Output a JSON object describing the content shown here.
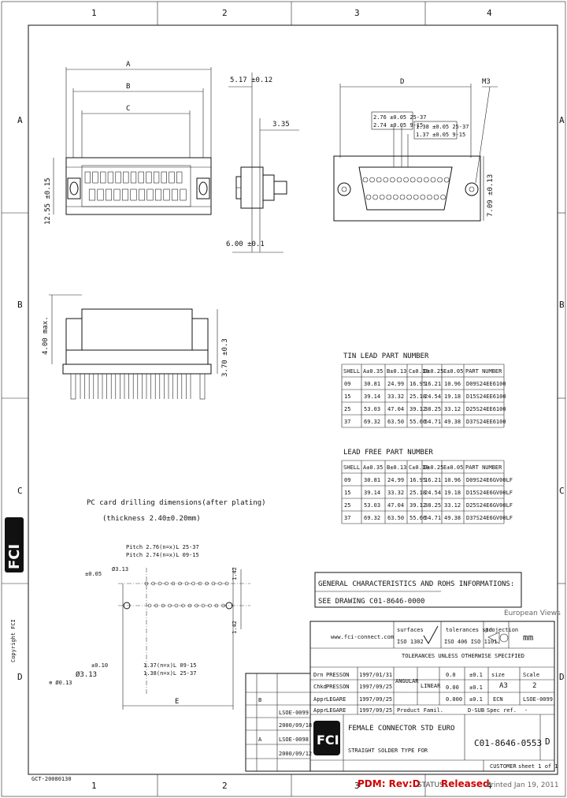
{
  "zones": {
    "top": [
      "1",
      "2",
      "3",
      "4"
    ],
    "bottom": [
      "1",
      "2",
      "3",
      "4"
    ],
    "left": [
      "A",
      "B",
      "C",
      "D"
    ],
    "right": [
      "A",
      "B",
      "C",
      "D"
    ]
  },
  "views": {
    "top_dims": [
      "A",
      "B",
      "C"
    ],
    "height_dim": "12.55 ±0.15",
    "side_dims": [
      "5.17 ±0.12",
      "3.35",
      "6.00 ±0.1"
    ],
    "front_dims": [
      "D",
      "M3"
    ],
    "pitch_notes": [
      "2.76 ±0.05 25-37",
      "2.74 ±0.05 9-15",
      "1.38 ±0.05 25-37",
      "1.37 ±0.05 9-15"
    ],
    "front_height": "7.09 ±0.13",
    "elev_dims": [
      "4.00 max.",
      "3.70 ±0.3"
    ]
  },
  "tin_table": {
    "title": "TIN LEAD PART NUMBER",
    "headers": [
      "SHELL",
      "A±0.35",
      "B±0.13",
      "C±0.10",
      "D±0.25",
      "E±0.05",
      "PART NUMBER"
    ],
    "rows": [
      [
        "09",
        "30.81",
        "24.99",
        "16.95",
        "16.21",
        "10.96",
        "D09S24EE6100"
      ],
      [
        "15",
        "39.14",
        "33.32",
        "25.18",
        "24.54",
        "19.18",
        "D15S24EE6100"
      ],
      [
        "25",
        "53.03",
        "47.04",
        "39.12",
        "38.25",
        "33.12",
        "D25S24EE6100"
      ],
      [
        "37",
        "69.32",
        "63.50",
        "55.66",
        "54.71",
        "49.38",
        "D37S24EE6100"
      ]
    ]
  },
  "lf_table": {
    "title": "LEAD FREE PART NUMBER",
    "headers": [
      "SHELL",
      "A±0.35",
      "B±0.13",
      "C±0.10",
      "D±0.25",
      "E±0.05",
      "PART NUMBER"
    ],
    "rows": [
      [
        "09",
        "30.81",
        "24.99",
        "16.95",
        "16.21",
        "10.96",
        "D09S24E6GV00LF"
      ],
      [
        "15",
        "39.14",
        "33.32",
        "25.18",
        "24.54",
        "19.18",
        "D15S24E6GV00LF"
      ],
      [
        "25",
        "53.03",
        "47.04",
        "39.12",
        "38.25",
        "33.12",
        "D25S24E6GV00LF"
      ],
      [
        "37",
        "69.32",
        "63.50",
        "55.66",
        "54.71",
        "49.38",
        "D37S24E6GV00LF"
      ]
    ]
  },
  "pcb": {
    "title": "PC card drilling dimensions(after plating)",
    "subtitle": "(thickness 2.40±0.20mm)",
    "labels": [
      "Pitch 2.76(n=x)L 25-37",
      "Pitch 2.74(n=x)L 09-15",
      "Ø3.13",
      "±0.05",
      "1.42",
      "1.42",
      "1.37(n=x)L 09-15",
      "1.38(n=x)L 25-37",
      "±0.10",
      "Ø3.13",
      "⊕ Ø0.13",
      "E"
    ]
  },
  "general": {
    "line1": "GENERAL CHARACTERISTICS AND ROHS INFORMATIONS:",
    "line2": "SEE DRAWING C01-8646-0000"
  },
  "title_block": {
    "projection": "European Views",
    "website": "www.fci-connect.com",
    "surface_label": "surfaces",
    "surface_std": "ISO 1302",
    "tolerance_label": "tolerances std",
    "tolerance_std": "ISO 406  ISO 1101",
    "tol_note": "TOLERANCES UNLESS OTHERWISE SPECIFIED",
    "projection_label": "projection",
    "unit": "mm",
    "angular": "ANGULAR",
    "linear": "LINEAR",
    "tol_rows": [
      [
        "0.0",
        "±0.1"
      ],
      [
        "0.00",
        "±0.1"
      ],
      [
        "0.000",
        "±0.1"
      ]
    ],
    "format": "A3",
    "scale_label": "Scale",
    "scale": "2",
    "ecn_label": "ECN",
    "ecn": "LSOE-0099",
    "drw_rows": [
      [
        "Drn",
        "PRESSON",
        "1997/01/31"
      ],
      [
        "Chkd",
        "PRESSON",
        "1997/09/25"
      ],
      [
        "Appr",
        "LEGARE",
        "1997/09/25"
      ],
      [
        "Appr",
        "LEGARE",
        "1997/09/25"
      ]
    ],
    "product_family_label": "Product Famil.",
    "product_family": "D-SUB",
    "spec_ref_label": "Spec ref.",
    "spec_ref": "-",
    "rev_rows": [
      [
        "",
        "",
        ""
      ],
      [
        "",
        "",
        ""
      ],
      [
        "B",
        "LSOE-0099",
        "2000/09/18"
      ],
      [
        "A",
        "LSOE-0098",
        "2000/09/12"
      ],
      [
        "",
        "",
        ""
      ]
    ],
    "title1": "FEMALE CONNECTOR STD EURO",
    "title2": "STRAIGHT SOLDER TYPE FOR",
    "drawing_no": "C01-8646-0553",
    "rev": "D",
    "customer_label": "CUSTOMER",
    "sheet": "sheet 1 of 1",
    "size_label": "size",
    "copyright": "Copyright FCI",
    "pdm": "PDM: Rev:D",
    "status_label": "STATUS:",
    "status": "Released",
    "printed": "Printed Jan 19, 2011",
    "left_code": "GCT-20080130"
  }
}
